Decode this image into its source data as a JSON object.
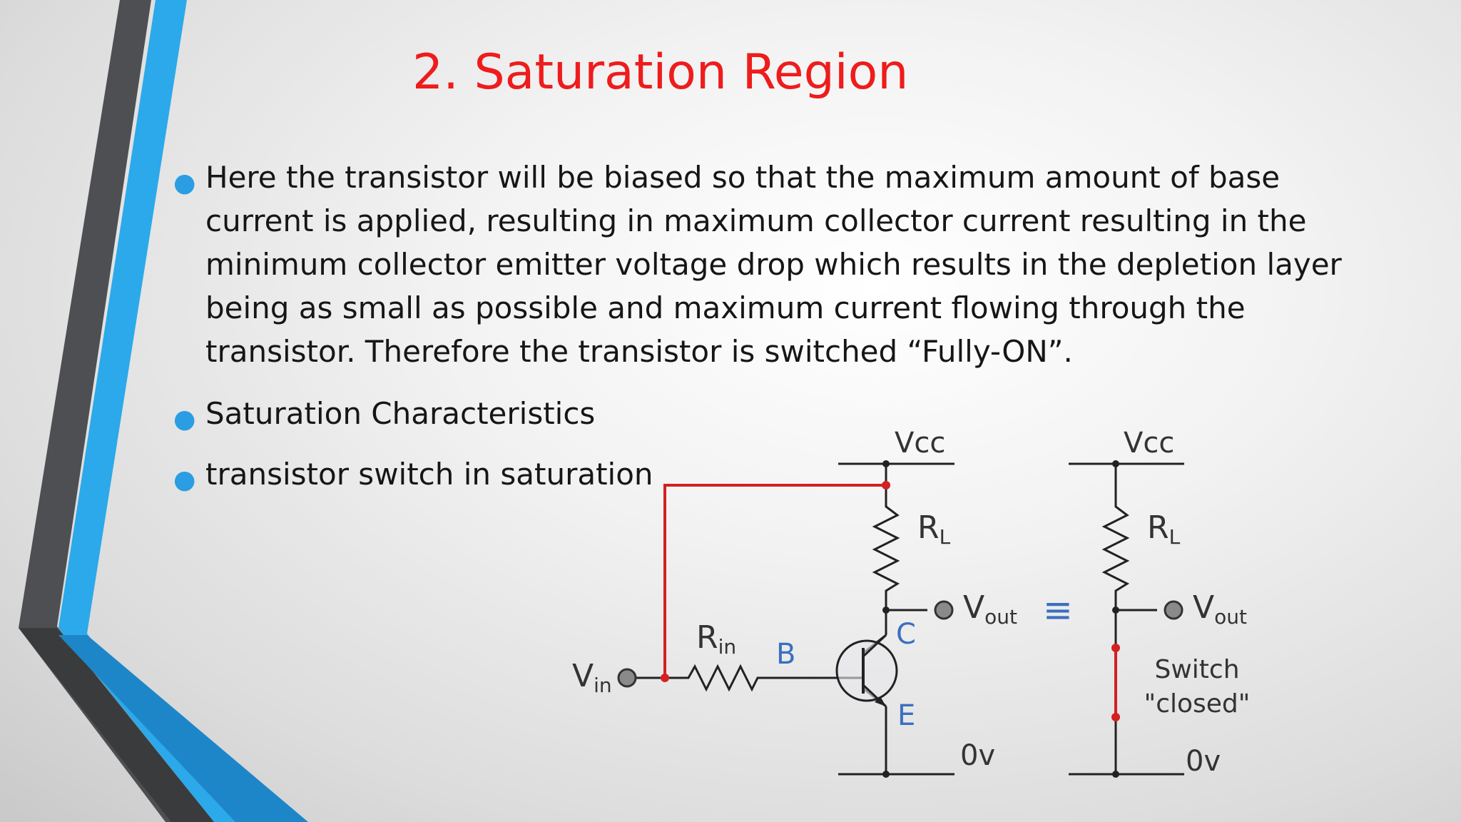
{
  "slide": {
    "title": "2. Saturation Region",
    "bullets": [
      "Here the transistor will be biased so that the maximum amount of base current is applied, resulting in maximum collector current resulting in the minimum collector emitter voltage drop which results in the depletion layer being as small as possible and maximum current flowing through the transistor. Therefore the transistor is switched “Fully-ON”.",
      "Saturation Characteristics",
      "transistor switch in saturation"
    ]
  },
  "circuit": {
    "vcc_left": "Vcc",
    "vcc_right": "Vcc",
    "rl_left": "R",
    "rl_left_sub": "L",
    "rl_right": "R",
    "rl_right_sub": "L",
    "vout_left": "V",
    "vout_left_sub": "out",
    "vout_right": "V",
    "vout_right_sub": "out",
    "rin": "R",
    "rin_sub": "in",
    "vin": "V",
    "vin_sub": "in",
    "base": "B",
    "collector": "C",
    "emitter": "E",
    "zero_left": "0v",
    "zero_right": "0v",
    "equiv": "≡",
    "switch_line1": "Switch",
    "switch_line2": "\"closed\""
  },
  "colors": {
    "title": "#ee1c1c",
    "accent_blue": "#2aa7e8",
    "dark_gray": "#4a4a4a",
    "wire": "#222222",
    "highlight_wire": "#d42020",
    "label_blue": "#3a6fc0"
  }
}
